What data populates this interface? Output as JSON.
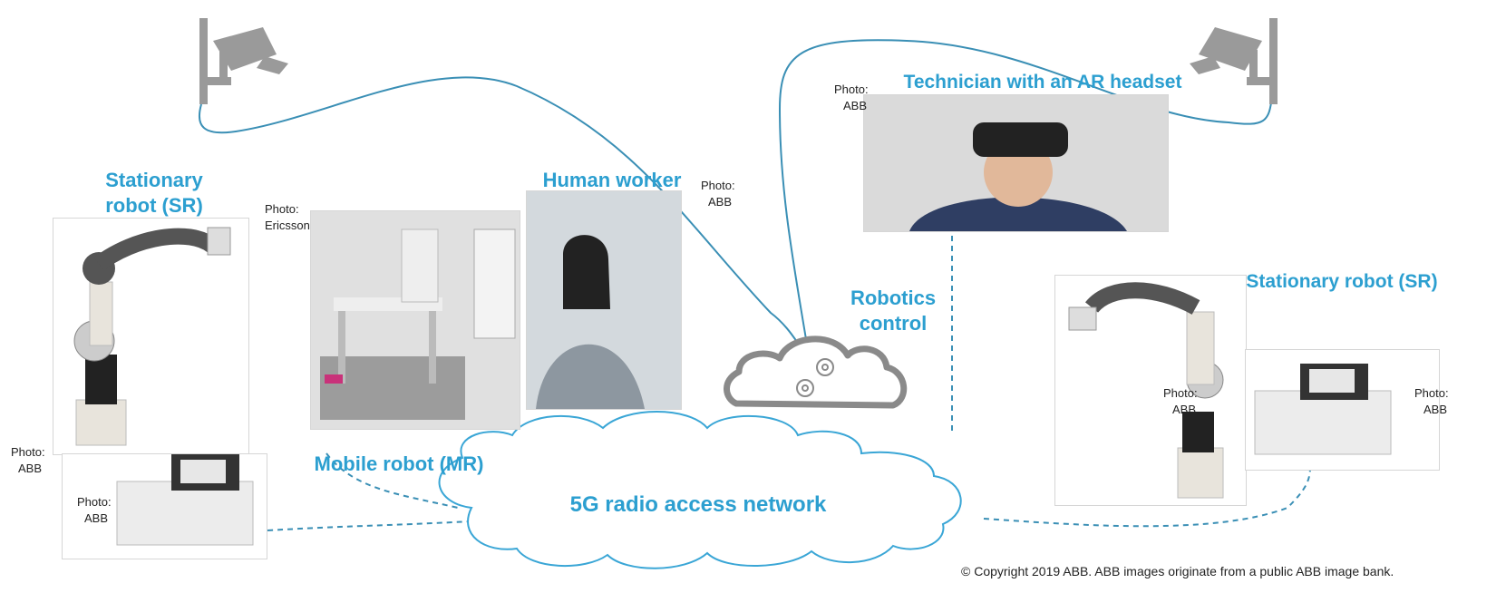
{
  "labels": {
    "sr_left": "Stationary robot (SR)",
    "sr_right": "Stationary robot (SR)",
    "human_worker": "Human worker",
    "technician": "Technician with an AR headset",
    "robotics_control": "Robotics control",
    "mobile_robot": "Mobile robot (MR)",
    "network": "5G radio access network"
  },
  "credits": {
    "photo_label": "Photo:",
    "abb": "ABB",
    "ericsson": "Ericsson"
  },
  "copyright": "© Copyright 2019 ABB. ABB images originate from a public ABB image bank.",
  "colors": {
    "accent_blue": "#2c9fd0",
    "line_blue": "#3a8fb5",
    "camera_gray": "#9a9a9a",
    "cloud_gray": "#8a8a8a"
  }
}
